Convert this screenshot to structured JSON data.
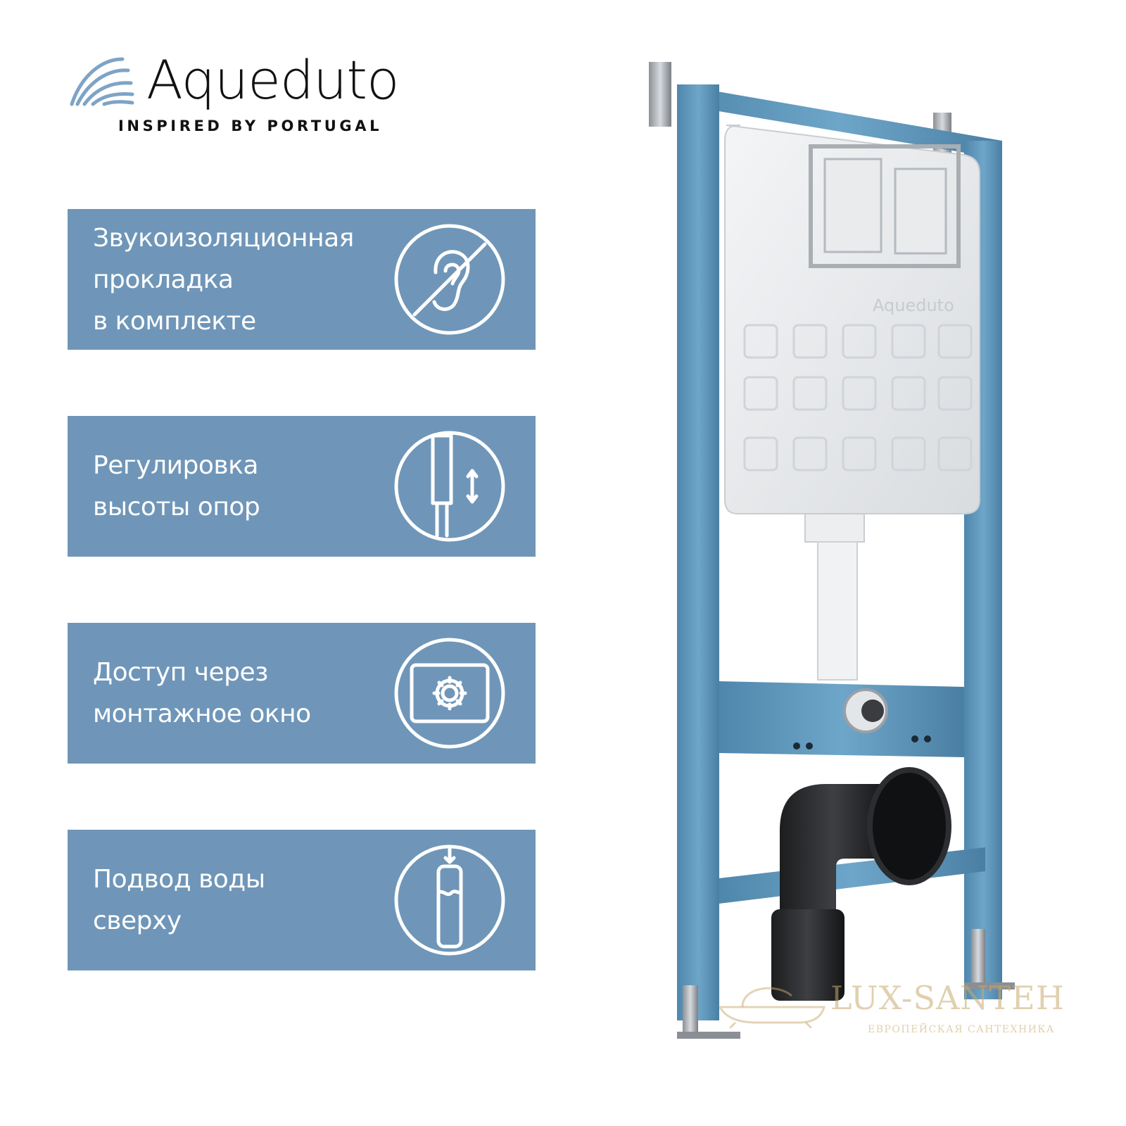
{
  "brand": {
    "name": "Aqueduto",
    "tagline": "INSPIRED BY PORTUGAL",
    "logo_icon": "wave-stripes-icon",
    "color_text": "#111111",
    "color_logo": "#7ea3c6"
  },
  "features": [
    {
      "lines": [
        "Звукоизоляционная",
        "прокладка",
        "в комплекте"
      ],
      "icon": "crossed-ear-icon"
    },
    {
      "lines": [
        "Регулировка",
        "высоты опор"
      ],
      "icon": "height-adjust-icon"
    },
    {
      "lines": [
        "Доступ через",
        "монтажное окно"
      ],
      "icon": "gear-window-icon"
    },
    {
      "lines": [
        "Подвод воды",
        "сверху"
      ],
      "icon": "top-water-inlet-icon"
    }
  ],
  "card_color": "#6f96b8",
  "product": {
    "image": "wall-hung-toilet-installation-frame",
    "frame_color": "#5f95b8",
    "cistern_brand": "Aqueduto"
  },
  "watermark": {
    "name": "LUX-SANTEH",
    "subtitle": "ЕВРОПЕЙСКАЯ САНТЕХНИКА"
  }
}
